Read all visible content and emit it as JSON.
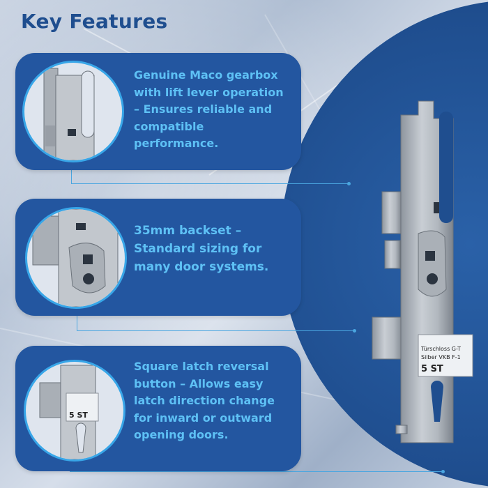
{
  "title": "Key Features",
  "features": [
    {
      "text": "Genuine Maco gearbox with lift lever operation – Ensures reliable and compatible performance."
    },
    {
      "text": "35mm backset – Standard sizing for many door systems."
    },
    {
      "text": "Square latch reversal button – Allows easy latch direction change for inward or outward opening doors."
    }
  ],
  "lock_label": {
    "line1": "Türschloss G-T",
    "line2": "Silber VKB F-1",
    "line3": "5 ST"
  },
  "colors": {
    "title": "#1f4e8f",
    "card": "#2356a0",
    "card_text": "#5ec1f5",
    "accent": "#38a6e8",
    "circle": "#1f4e8f"
  },
  "icons": [
    "lock-case-image"
  ]
}
